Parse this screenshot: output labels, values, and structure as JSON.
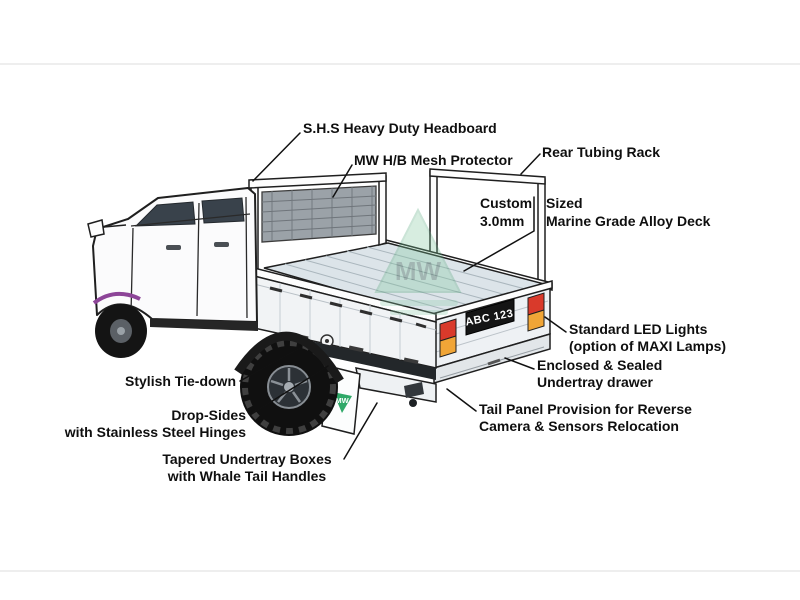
{
  "diagram": {
    "labels": {
      "headboard": "S.H.S Heavy Duty Headboard",
      "mesh_protector": "MW H/B Mesh Protector",
      "rear_rack": "Rear Tubing Rack",
      "deck": {
        "row1_left": "Custom",
        "row1_right": "Sized",
        "row2_left": "3.0mm",
        "row2_right": "Marine Grade Alloy Deck"
      },
      "led_lights": {
        "line1": "Standard LED Lights",
        "line2": "(option of MAXI Lamps)"
      },
      "undertray_drawer": {
        "line1": "Enclosed & Sealed",
        "line2": "Undertray drawer"
      },
      "tail_panel": {
        "line1": "Tail Panel Provision for Reverse",
        "line2": "Camera & Sensors Relocation"
      },
      "tie_down": "Stylish Tie-down",
      "drop_sides": {
        "line1": "Drop-Sides",
        "line2": "with Stainless Steel Hinges"
      },
      "undertray_boxes": {
        "line1": "Tapered Undertray Boxes",
        "line2": "with Whale Tail Handles"
      }
    },
    "vehicle": {
      "license_plate": "ABC 123",
      "mudflap_logo": "MW",
      "watermark_logo": "MW"
    },
    "colors": {
      "outline": "#1a1a1a",
      "tail_light_red": "#d93a2b",
      "tail_light_amber": "#f0a537",
      "watermark_green": "#7cc79b",
      "mudflap_green": "#2fa968"
    }
  }
}
